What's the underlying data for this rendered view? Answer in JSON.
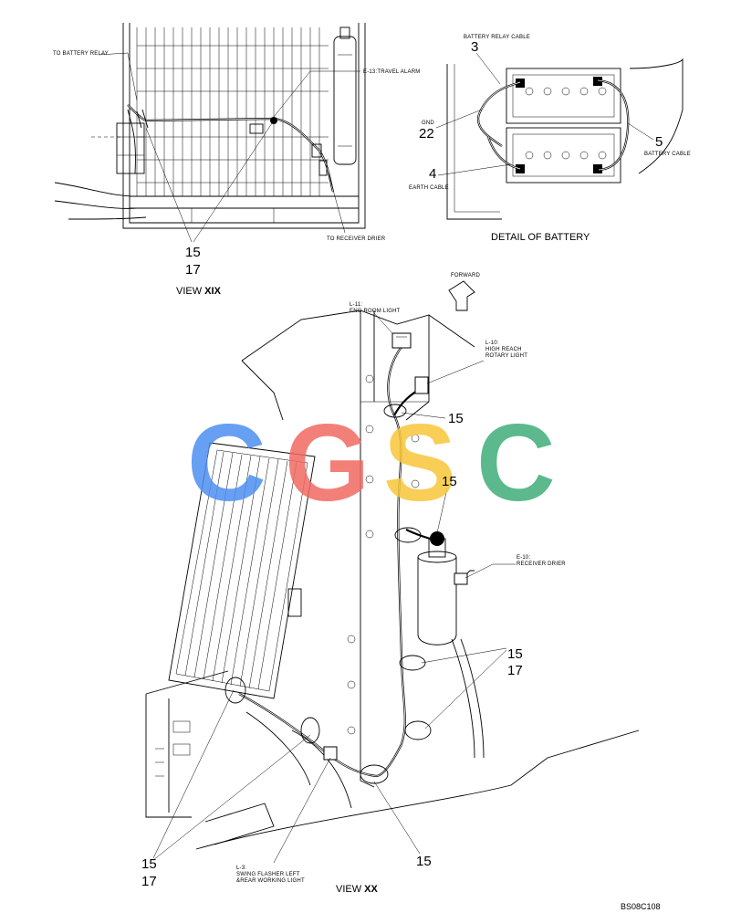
{
  "view_xix": {
    "caption_prefix": "VIEW ",
    "caption_roman": "XIX",
    "to_battery_relay": "TO BATTERY RELAY",
    "travel_alarm": "E-13:TRAVEL ALARM",
    "to_receiver_drier": "TO RECEIVER DRIER",
    "callout_a": "15",
    "callout_b": "17"
  },
  "detail_battery": {
    "caption": "DETAIL OF BATTERY",
    "battery_relay_cable": "BATTERY RELAY CABLE",
    "item_3": "3",
    "gnd": "GND",
    "item_22": "22",
    "item_4": "4",
    "earth_cable": "EARTH CABLE",
    "item_5": "5",
    "battery_cable": "BATTERY CABLE"
  },
  "view_xx": {
    "caption_prefix": "VIEW ",
    "caption_roman": "XX",
    "forward": "FORWARD",
    "l11_code": "L-11:",
    "l11_name": "ENG ROOM LIGHT",
    "l10_code": "L-10:",
    "l10_name_1": "HIGH REACH",
    "l10_name_2": "ROTARY LIGHT",
    "e10_code": "E-10:",
    "e10_name": "RECEIVER DRIER",
    "l3_code": "L-3:",
    "l3_name_1": "SWING FLASHER LEFT",
    "l3_name_2": "&REAR WORKING LIGHT",
    "callout_15_top": "15",
    "callout_15_mid": "15",
    "callout_15_right": "15",
    "callout_17_right": "17",
    "callout_15_left": "15",
    "callout_17_left": "17",
    "callout_15_bottom": "15"
  },
  "watermark": {
    "letters": [
      "C",
      "G",
      "S",
      "C"
    ],
    "colors": [
      "#4d8ff2",
      "#f06a62",
      "#f8c63a",
      "#40ad7a"
    ]
  },
  "figure_code": "BS08C108"
}
